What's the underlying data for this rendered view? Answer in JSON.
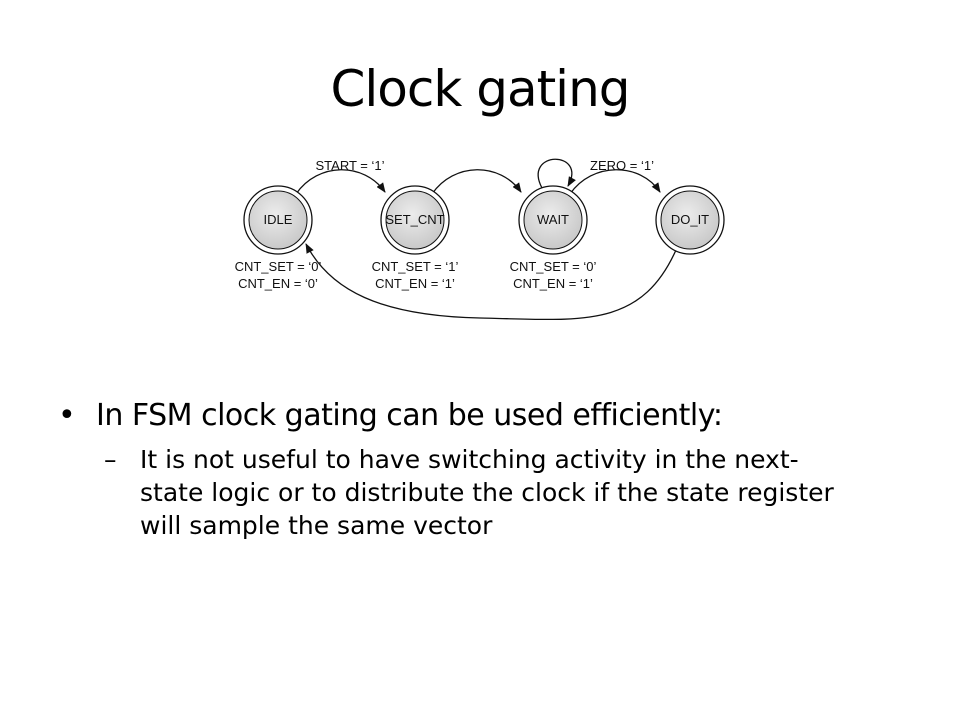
{
  "slide": {
    "title": "Clock gating"
  },
  "diagram": {
    "states": [
      {
        "id": "idle",
        "label": "IDLE",
        "output_line1": "CNT_SET = ‘0’",
        "output_line2": "CNT_EN = ‘0’"
      },
      {
        "id": "set_cnt",
        "label": "SET_CNT",
        "output_line1": "CNT_SET = ‘1’",
        "output_line2": "CNT_EN = ‘1’"
      },
      {
        "id": "wait",
        "label": "WAIT",
        "output_line1": "CNT_SET = ‘0’",
        "output_line2": "CNT_EN = ‘1’"
      },
      {
        "id": "do_it",
        "label": "DO_IT",
        "output_line1": "",
        "output_line2": ""
      }
    ],
    "transitions": {
      "idle_to_set_cnt": "START = ‘1’",
      "wait_to_do_it": "ZERO = ‘1’"
    }
  },
  "bullets": {
    "main": "In FSM clock gating can be used efficiently:",
    "sub": "It is not useful to have switching activity in the next-state logic or to distribute the clock if the state register will sample the same vector",
    "bullet_glyph": "•",
    "dash_glyph": "–"
  }
}
